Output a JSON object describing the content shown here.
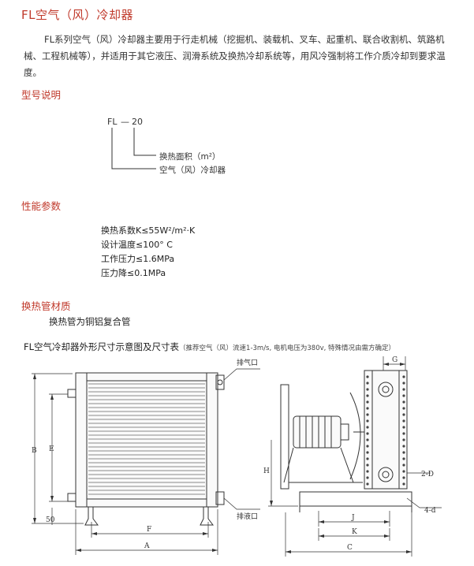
{
  "title": "FL空气（风）冷却器",
  "intro": "FL系列空气（风）冷却器主要用于行走机械（挖掘机、装载机、叉车、起重机、联合收割机、筑路机械、工程机械等），并适用于其它液压、润滑系统及换热冷却系统等，用风冷强制将工作介质冷却到要求温度。",
  "model": {
    "heading": "型号说明",
    "code_prefix": "FL",
    "code_dash": "—",
    "code_number": "20",
    "area_label": "换热面积（m²）",
    "type_label": "空气（风）冷却器"
  },
  "performance": {
    "heading": "性能参数",
    "items": [
      "换热系数K≤55W²/m²·K",
      "设计温度≤100° C",
      "工作压力≤1.6MPa",
      "压力降≤0.1MPa"
    ]
  },
  "material": {
    "heading": "换热管材质",
    "text": "换热管为铜铝复合管"
  },
  "figure": {
    "title": "FL空气冷却器外形尺寸示意图及尺寸表",
    "note": "（推荐空气（风）流速1-3m/s, 电机电压为380v, 特殊情况由需方确定）",
    "labels": {
      "vent": "排气口",
      "drain": "排液口",
      "A": "A",
      "B": "B",
      "C": "C",
      "E": "E",
      "F": "F",
      "G": "G",
      "H": "H",
      "J": "J",
      "K": "K",
      "D2": "2-D",
      "d4": "4-d",
      "h50": "50"
    }
  },
  "colors": {
    "accent": "#c0392b",
    "line": "#333333"
  }
}
